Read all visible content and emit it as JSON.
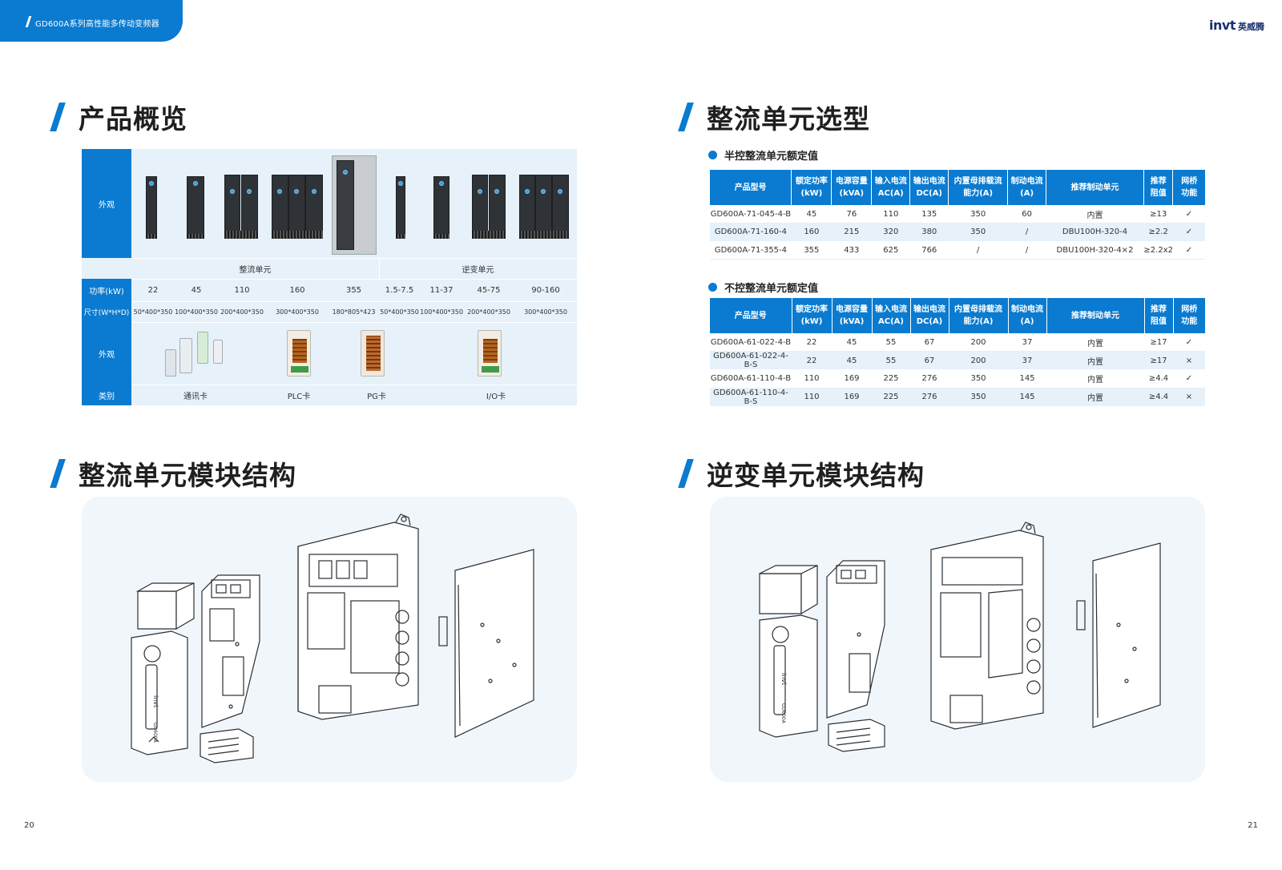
{
  "header": {
    "series_title": "GD600A系列高性能多传动变频器"
  },
  "brand": {
    "logo_text": "invt",
    "logo_cn": "英威腾"
  },
  "sections": {
    "overview_title": "产品概览",
    "rectifier_selection_title": "整流单元选型",
    "rectifier_structure_title": "整流单元模块结构",
    "inverter_structure_title": "逆变单元模块结构"
  },
  "overview": {
    "row_labels": {
      "appearance": "外观",
      "power": "功率(kW)",
      "size": "尺寸(W*H*D)",
      "appearance2": "外观",
      "category": "类别"
    },
    "groups": [
      "整流单元",
      "逆变单元"
    ],
    "powers": [
      "22",
      "45",
      "110",
      "160",
      "355",
      "1.5-7.5",
      "11-37",
      "45-75",
      "90-160"
    ],
    "sizes": [
      "50*400*350",
      "100*400*350",
      "200*400*350",
      "300*400*350",
      "180*805*423",
      "50*400*350",
      "100*400*350",
      "200*400*350",
      "300*400*350"
    ],
    "categories": [
      "通讯卡",
      "PLC卡",
      "PG卡",
      "I/O卡"
    ]
  },
  "half_controlled": {
    "title": "半控整流单元额定值",
    "headers": [
      "产品型号",
      "额定功率 (kW)",
      "电源容量 (kVA)",
      "输入电流 AC(A)",
      "输出电流 DC(A)",
      "内置母排载流 能力(A)",
      "制动电流 (A)",
      "推荐制动单元",
      "推荐 阻值",
      "网桥 功能"
    ],
    "rows": [
      [
        "GD600A-71-045-4-B",
        "45",
        "76",
        "110",
        "135",
        "350",
        "60",
        "内置",
        "≥13",
        "✓"
      ],
      [
        "GD600A-71-160-4",
        "160",
        "215",
        "320",
        "380",
        "350",
        "/",
        "DBU100H-320-4",
        "≥2.2",
        "✓"
      ],
      [
        "GD600A-71-355-4",
        "355",
        "433",
        "625",
        "766",
        "/",
        "/",
        "DBU100H-320-4×2",
        "≥2.2x2",
        "✓"
      ]
    ]
  },
  "uncontrolled": {
    "title": "不控整流单元额定值",
    "headers": [
      "产品型号",
      "额定功率 (kW)",
      "电源容量 (kVA)",
      "输入电流 AC(A)",
      "输出电流 DC(A)",
      "内置母排载流 能力(A)",
      "制动电流 (A)",
      "推荐制动单元",
      "推荐 阻值",
      "网桥 功能"
    ],
    "rows": [
      [
        "GD600A-61-022-4-B",
        "22",
        "45",
        "55",
        "67",
        "200",
        "37",
        "内置",
        "≥17",
        "✓"
      ],
      [
        "GD600A-61-022-4-B-S",
        "22",
        "45",
        "55",
        "67",
        "200",
        "37",
        "内置",
        "≥17",
        "×"
      ],
      [
        "GD600A-61-110-4-B",
        "110",
        "169",
        "225",
        "276",
        "350",
        "145",
        "内置",
        "≥4.4",
        "✓"
      ],
      [
        "GD600A-61-110-4-B-S",
        "110",
        "169",
        "225",
        "276",
        "350",
        "145",
        "内置",
        "≥4.4",
        "×"
      ]
    ]
  },
  "drawing_labels": {
    "front_cover_logo": "invt",
    "front_cover_model": "GD600A"
  },
  "pages": {
    "left": "20",
    "right": "21"
  },
  "colors": {
    "brand_blue": "#0a7bd0",
    "table_tint": "#e6f1fa",
    "drawing_area": "#f1f6fb",
    "logo_red": "#e0231c",
    "logo_navy": "#1b2f6e"
  }
}
